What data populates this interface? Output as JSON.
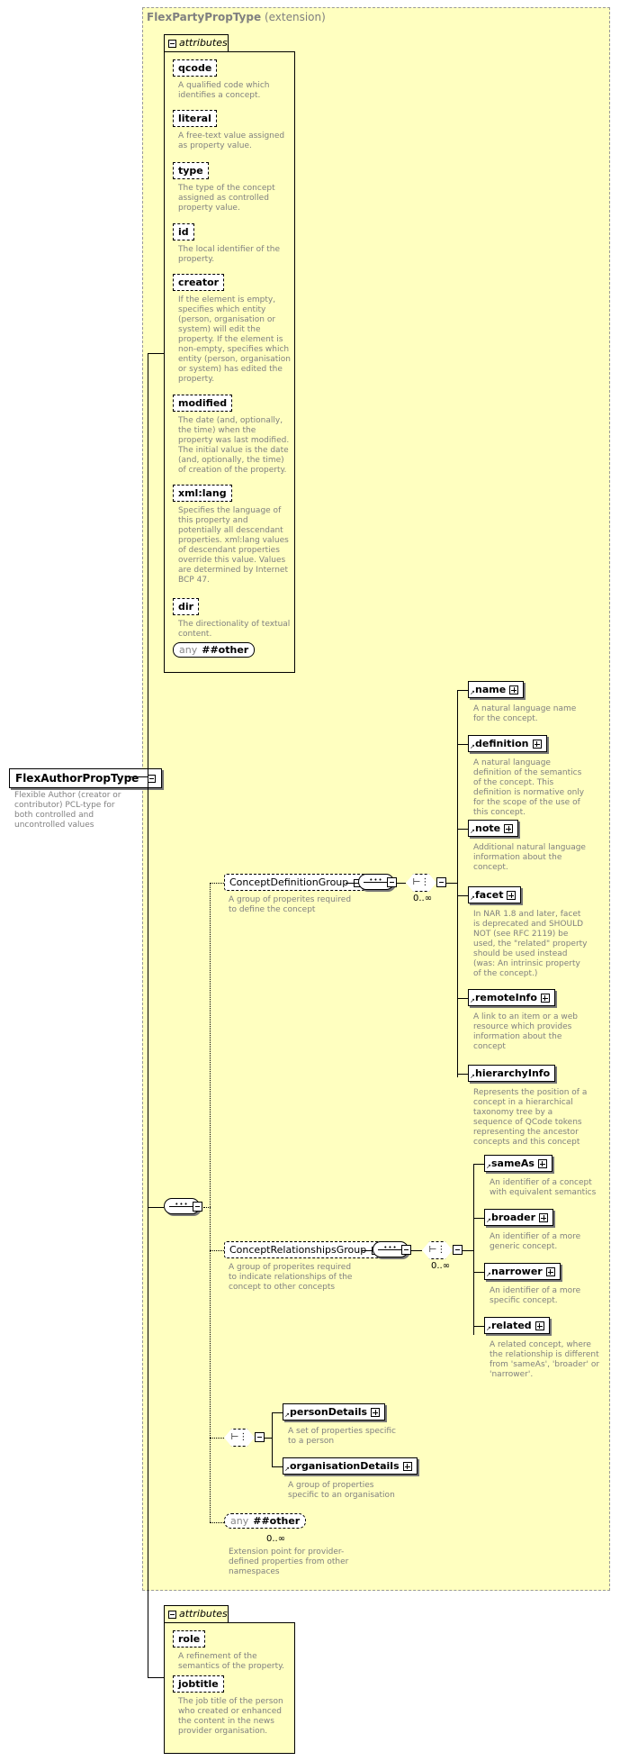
{
  "ext": {
    "type_name": "FlexPartyPropType",
    "ext_label": "(extension)"
  },
  "root": {
    "name": "FlexAuthorPropType",
    "desc": "Flexible Author (creator or contributor) PCL-type for both controlled and uncontrolled values"
  },
  "attributes_label": "attributes",
  "attrs1": [
    {
      "name": "qcode",
      "desc": "A qualified code which identifies a concept."
    },
    {
      "name": "literal",
      "desc": "A free-text value assigned as property value."
    },
    {
      "name": "type",
      "desc": "The type of the concept assigned as controlled property value."
    },
    {
      "name": "id",
      "desc": "The local identifier of the property."
    },
    {
      "name": "creator",
      "desc": "If the element is empty, specifies which entity (person, organisation or system) will edit the property. If the element is non-empty, specifies which entity (person, organisation or system) has edited the property."
    },
    {
      "name": "modified",
      "desc": "The date (and, optionally, the time) when the property was last modified. The initial value is the date (and, optionally, the time) of creation of the property."
    },
    {
      "name": "xml:lang",
      "desc": "Specifies the language of this property and potentially all descendant properties. xml:lang values of descendant properties override this value. Values are determined by Internet BCP 47."
    },
    {
      "name": "dir",
      "desc": "The directionality of textual content."
    }
  ],
  "any_attr": {
    "keyword": "any",
    "value": "##other"
  },
  "cdg": {
    "name": "ConceptDefinitionGroup",
    "desc": "A group of properites required to define the concept",
    "card": "0..∞"
  },
  "cdg_items": [
    {
      "name": "name",
      "desc": "A natural language name for the concept."
    },
    {
      "name": "definition",
      "desc": "A natural language definition of the semantics of the concept. This definition is normative only for the scope of the use of this concept."
    },
    {
      "name": "note",
      "desc": "Additional natural language information about the concept."
    },
    {
      "name": "facet",
      "desc": "In NAR 1.8 and later, facet is deprecated and SHOULD NOT (see RFC 2119) be used, the \"related\" property should be used instead (was: An intrinsic property of the concept.)"
    },
    {
      "name": "remoteInfo",
      "desc": "A link to an item or a web resource which provides information about the concept"
    },
    {
      "name": "hierarchyInfo",
      "desc": "Represents the position of a concept in a hierarchical taxonomy tree by a sequence of QCode tokens representing the ancestor concepts and this concept"
    }
  ],
  "crg": {
    "name": "ConceptRelationshipsGroup",
    "desc": "A group of properites required to indicate relationships of the concept to other concepts",
    "card": "0..∞"
  },
  "crg_items": [
    {
      "name": "sameAs",
      "desc": "An identifier of a concept with equivalent semantics"
    },
    {
      "name": "broader",
      "desc": "An identifier of a more generic concept."
    },
    {
      "name": "narrower",
      "desc": "An identifier of a more specific concept."
    },
    {
      "name": "related",
      "desc": "A related concept, where the relationship is different from 'sameAs', 'broader' or 'narrower'."
    }
  ],
  "party": [
    {
      "name": "personDetails",
      "desc": "A set of properties specific to a person"
    },
    {
      "name": "organisationDetails",
      "desc": "A group of properties specific to an organisation"
    }
  ],
  "any_el": {
    "keyword": "any",
    "value": "##other",
    "card": "0..∞",
    "desc": "Extension point for provider-defined properties from other namespaces"
  },
  "attrs2": [
    {
      "name": "role",
      "desc": "A refinement of the semantics of the property."
    },
    {
      "name": "jobtitle",
      "desc": "The job title of the person who created or enhanced the content in the news provider organisation."
    }
  ]
}
